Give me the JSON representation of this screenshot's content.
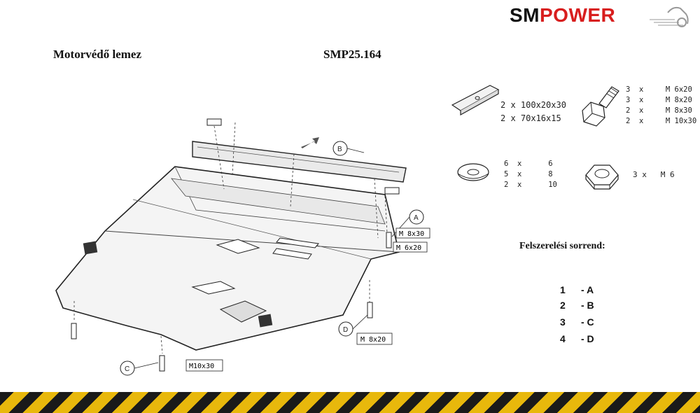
{
  "brand": {
    "part1": "SM",
    "part2": "POWER"
  },
  "header": {
    "title": "Motorvédő lemez",
    "code": "SMP25.164"
  },
  "parts": {
    "plates": [
      "2  x  100x20x30",
      "2  x  70x16x15"
    ],
    "bolts": [
      "3  x     M 6x20",
      "3  x     M 8x20",
      "2  x     M 8x30",
      "2  x     M 10x30"
    ],
    "washers": [
      "6  x      6",
      "5  x      8",
      "2  x      10"
    ],
    "nuts": "3 x   M 6"
  },
  "diagram": {
    "callouts": [
      "A",
      "B",
      "C",
      "D"
    ],
    "labels": {
      "a1": "M 8x30",
      "a2": "M 6x20",
      "c": "M10x30",
      "d": "M 8x20"
    }
  },
  "order": {
    "title": "Felszerelési sorrend:",
    "steps": [
      {
        "num": "1",
        "letter": "- A"
      },
      {
        "num": "2",
        "letter": "- B"
      },
      {
        "num": "3",
        "letter": "- C"
      },
      {
        "num": "4",
        "letter": "- D"
      }
    ]
  },
  "colors": {
    "brand_red": "#d81e1e",
    "hazard_yellow": "#e8b80c",
    "hazard_black": "#1a1a1a"
  }
}
